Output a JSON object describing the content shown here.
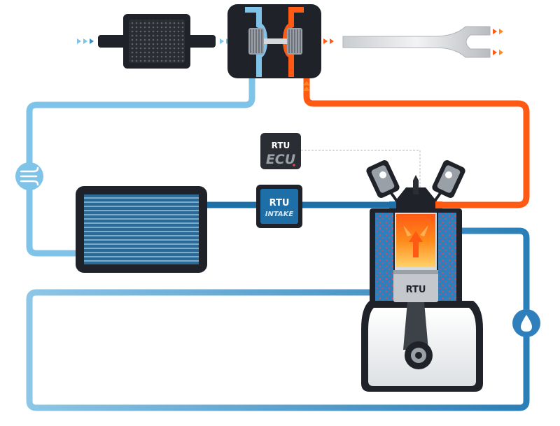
{
  "labels": {
    "ecu_brand": "RTU",
    "ecu_unit": "ECU",
    "intake_brand": "RTU",
    "intake_unit": "INTAKE",
    "piston_brand": "RTU"
  },
  "colors": {
    "cold_air": "#7fc4e8",
    "intake_air": "#1e6fa8",
    "exhaust": "#ff5a14",
    "coolant": "#3a8fc4",
    "component": "#1f2228",
    "combustion": "#ff8a1a"
  },
  "icons": [
    "airflow-icon",
    "coolant-drop-icon",
    "flow-arrow-icon"
  ]
}
